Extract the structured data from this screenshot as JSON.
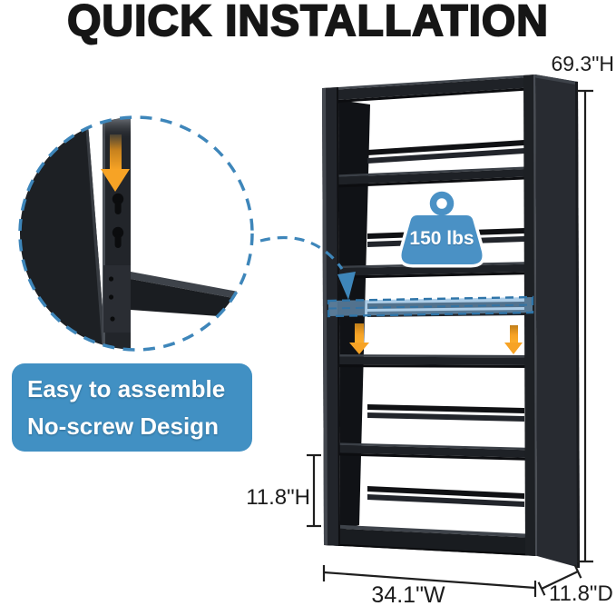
{
  "title": "QUICK INSTALLATION",
  "callout": {
    "line1": "Easy to assemble",
    "line2": "No-screw Design"
  },
  "weight_badge": {
    "label": "150 lbs"
  },
  "dimensions": {
    "height": "69.3\"H",
    "bottom_shelf_height": "11.8\"H",
    "width": "34.1\"W",
    "depth": "11.8\"D"
  },
  "icons": {
    "detail_circle": "magnifier-detail-circle",
    "insert_arrow": "orange-down-arrow",
    "shelf_arrows": "orange-down-arrow",
    "pointer": "blue-dashed-arrow",
    "weight": "kettlebell-weight",
    "highlight": "dashed-highlight-shelf"
  },
  "colors": {
    "accent_blue": "#3E86BA",
    "callout_bg": "#4190C3",
    "badge_blue": "#4A91C5",
    "highlight_fill": "#7AAFD9",
    "arrow_orange": "#F7A325",
    "shelf_dark": "#1E2126",
    "dimension_line": "#1F1F1F",
    "title_color": "#161616",
    "background": "#FFFFFF"
  }
}
